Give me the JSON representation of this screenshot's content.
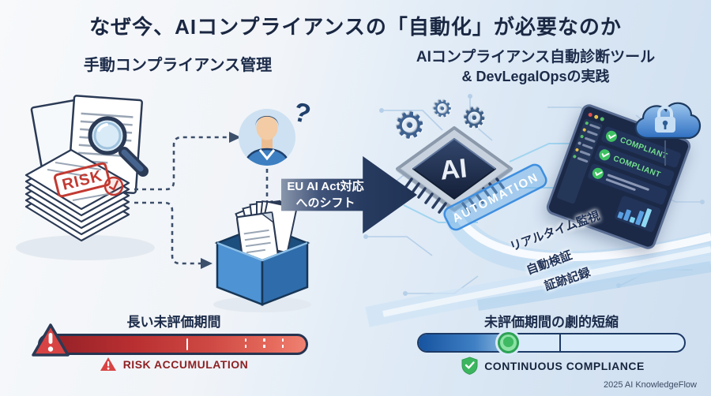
{
  "title": "なぜ今、AIコンプライアンスの「自動化」が必要なのか",
  "left": {
    "heading": "手動コンプライアンス管理",
    "risk_stamp": "RISK",
    "gap_label": "長い未評価期間",
    "status": "RISK ACCUMULATION"
  },
  "transition": {
    "line1": "EU AI Act対応",
    "line2": "へのシフト"
  },
  "right": {
    "heading_line1": "AIコンプライアンス自動診断ツール",
    "heading_line2": "& DevLegalOpsの実践",
    "chip_label": "AI",
    "automation_label": "AUTOMATION",
    "compliant_rows": [
      "COMPLIANT",
      "COMPLIANT"
    ],
    "features": [
      "リアルタイム監視",
      "自動検証",
      "証跡記録"
    ],
    "gap_label": "未評価期間の劇的短縮",
    "status": "CONTINUOUS COMPLIANCE"
  },
  "footer": {
    "credit": "2025 AI KnowledgeFlow"
  },
  "icons": {
    "gear": "⚙",
    "question": "?"
  },
  "colors": {
    "navy": "#1c2b49",
    "risk_red": "#c23a32",
    "compliance_green": "#3cb55f",
    "automation_blue": "#3f8fe0",
    "bar_red": "#b92f31",
    "bar_blue": "#17539f"
  }
}
